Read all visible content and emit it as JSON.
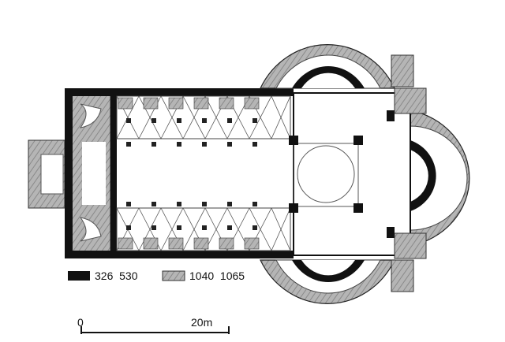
{
  "legend": {
    "phase1": {
      "label": "326  530",
      "color": "#111111"
    },
    "phase2": {
      "label": "1040  1065",
      "color": "#a9a9a9"
    }
  },
  "scale": {
    "start": "0",
    "end": "20m"
  },
  "colors": {
    "ink": "#111111",
    "hatch": "#9a9a9a",
    "paper": "#ffffff"
  }
}
